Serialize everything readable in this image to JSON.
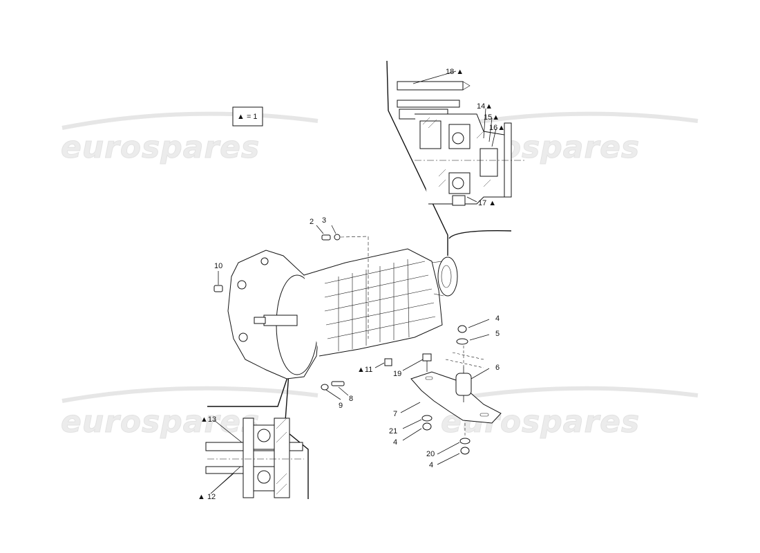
{
  "watermark": "eurospares",
  "legend": {
    "text": "▲ = 1"
  },
  "callouts": {
    "c2": "2",
    "c3": "3",
    "c4a": "4",
    "c5": "5",
    "c6": "6",
    "c7": "7",
    "c8": "8",
    "c9": "9",
    "c10": "10",
    "c11": "▲11",
    "c19": "19",
    "c21": "21",
    "c4b": "4",
    "c20": "20",
    "c4c": "4",
    "c18": "18 ▲",
    "c14": "14▲",
    "c15": "15▲",
    "c16": "16▲",
    "c17": "17 ▲",
    "c13": "▲13",
    "c12": "▲ 12"
  }
}
